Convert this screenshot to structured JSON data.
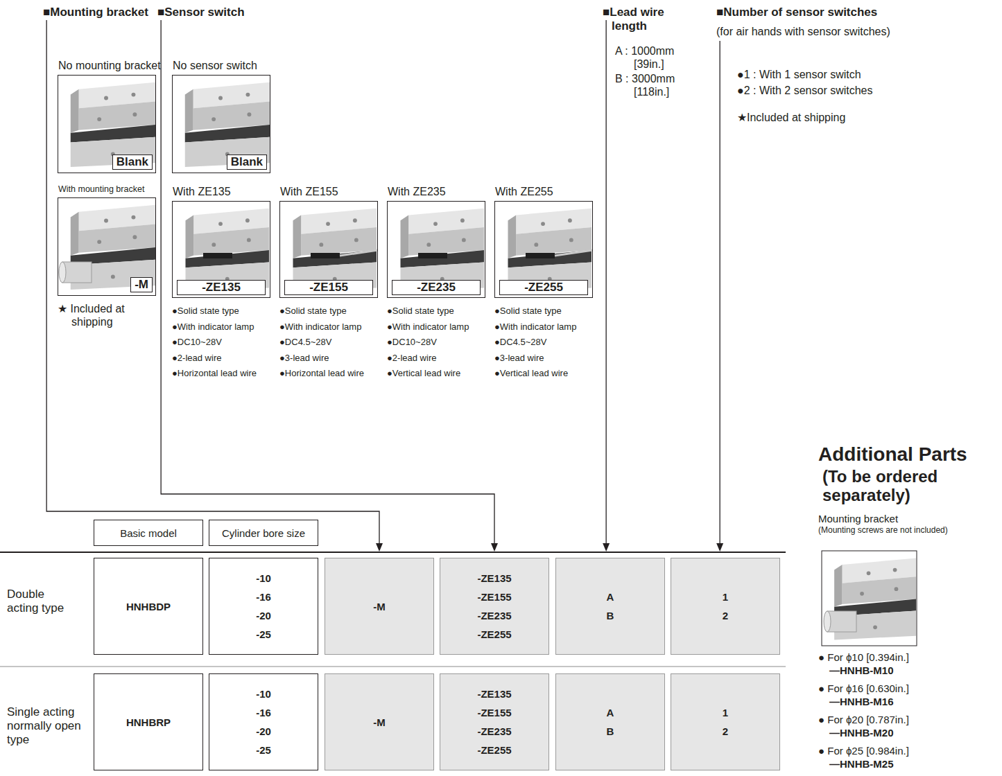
{
  "diagram": {
    "nodes": [
      {
        "text": [
          "No mounting bracket",
          "Blank"
        ]
      },
      {
        "text": [
          "No sensor switch",
          "Blank"
        ]
      },
      {
        "text": [
          "With mounting bracket",
          "-M"
        ]
      },
      {
        "text": [
          "With ZE135",
          "-ZE135"
        ]
      },
      {
        "text": [
          "With ZE155",
          "-ZE155"
        ]
      },
      {
        "text": [
          "With ZE235",
          "-ZE235"
        ]
      },
      {
        "text": [
          "With ZE255",
          "-ZE255"
        ]
      },
      {
        "text": [
          "Basic model"
        ]
      },
      {
        "text": [
          "Cylinder bore size"
        ]
      },
      {
        "text": [
          "HNHBDP"
        ]
      },
      {
        "text": [
          "-10",
          "-16",
          "-20",
          "-25"
        ]
      },
      {
        "text": [
          "-M"
        ]
      },
      {
        "text": [
          "-ZE135",
          "-ZE155",
          "-ZE235",
          "-ZE255"
        ]
      },
      {
        "text": [
          "A",
          "B"
        ]
      },
      {
        "text": [
          "1",
          "2"
        ]
      },
      {
        "text": [
          "HNHBRP"
        ]
      },
      {
        "text": [
          "-10",
          "-16",
          "-20",
          "-25"
        ]
      },
      {
        "text": [
          "-M"
        ]
      },
      {
        "text": [
          "-ZE135",
          "-ZE155",
          "-ZE235",
          "-ZE255"
        ]
      },
      {
        "text": [
          "A",
          "B"
        ]
      },
      {
        "text": [
          "1",
          "2"
        ]
      }
    ],
    "labels": [
      "■Mounting bracket",
      "■Sensor switch",
      "■Lead wire length",
      "■Number of sensor switches",
      "(for air hands with sensor switches)",
      "★ Included at shipping",
      "●Solid state type",
      "●With indicator lamp",
      "●DC10~28V",
      "●2-lead wire",
      "●Horizontal lead wire",
      "●Solid state type",
      "●With indicator lamp",
      "●DC4.5~28V",
      "●3-lead wire",
      "●Horizontal lead wire",
      "●Solid state type",
      "●With indicator lamp",
      "●DC10~28V",
      "●2-lead wire",
      "●Vertical lead wire",
      "●Solid state type",
      "●With indicator lamp",
      "●DC4.5~28V",
      "●3-lead wire",
      "●Vertical lead wire",
      "A : 1000mm [39in.]",
      "B : 3000mm [118in.]",
      "●1 : With 1 sensor switch",
      "●2 : With 2 sensor switches",
      "★Included at shipping",
      "Double acting type",
      "Single acting normally open type",
      "Additional Parts",
      "(To be ordered separately)",
      "Mounting bracket",
      "(Mounting screws are not included)",
      "● For ϕ10 [0.394in.]",
      "—HNHB-M10",
      "● For ϕ16 [0.630in.]",
      "—HNHB-M16",
      "● For ϕ20 [0.787in.]",
      "—HNHB-M20",
      "● For ϕ25 [0.984in.]",
      "—HNHB-M25"
    ]
  }
}
